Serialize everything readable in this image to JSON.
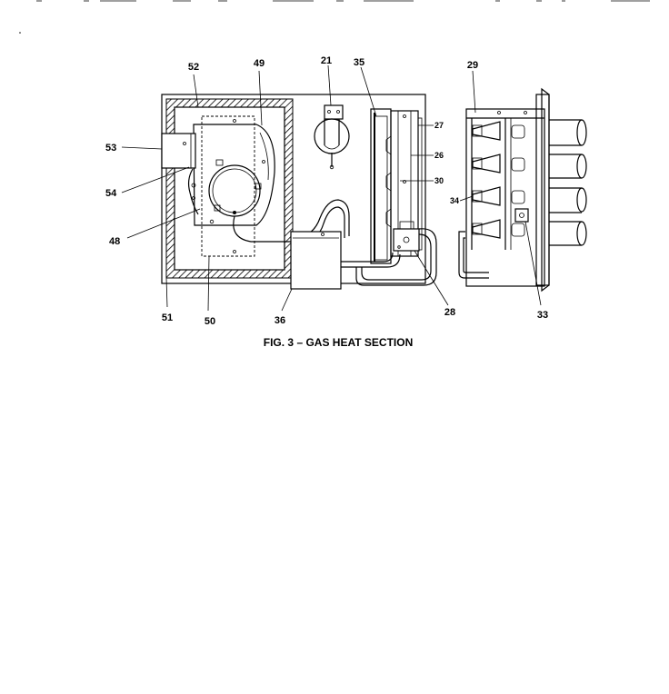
{
  "caption": "FIG. 3 – GAS HEAT SECTION",
  "callouts": {
    "c52": "52",
    "c49": "49",
    "c21": "21",
    "c35": "35",
    "c29": "29",
    "c27": "27",
    "c26": "26",
    "c30": "30",
    "c34": "34",
    "c53": "53",
    "c54": "54",
    "c48": "48",
    "c51": "51",
    "c50": "50",
    "c36": "36",
    "c28": "28",
    "c33": "33"
  }
}
